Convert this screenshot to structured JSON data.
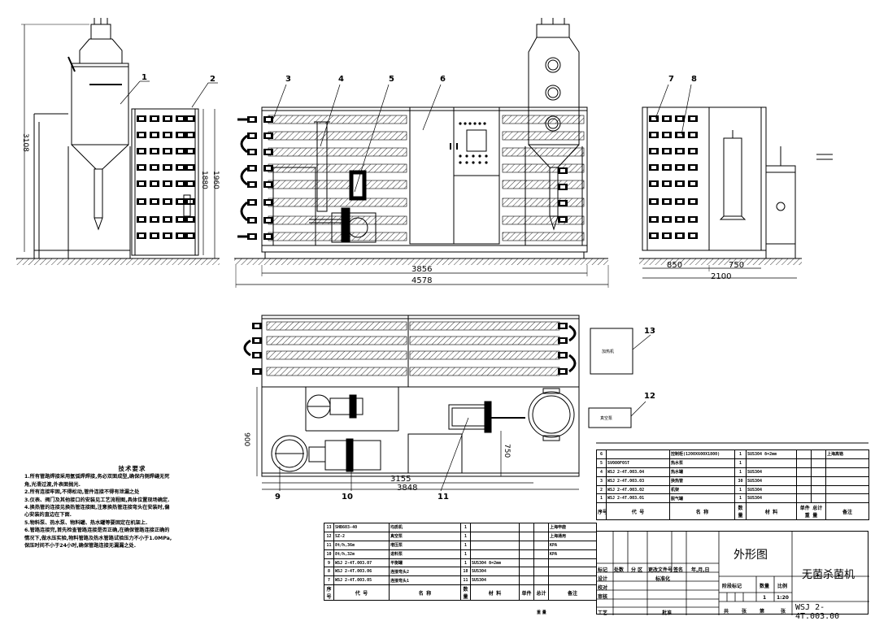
{
  "dimensions": {
    "side_height_total": "3108",
    "side_height_1": "1880",
    "side_height_2": "1960",
    "front_width_inner": "3856",
    "front_width_total": "4578",
    "end_width_1": "850",
    "end_width_2": "750",
    "end_width_total": "2100",
    "plan_depth": "900",
    "plan_width_inner": "3155",
    "plan_width_total": "3848",
    "plan_dim_small": "750"
  },
  "balloons": [
    "1",
    "2",
    "3",
    "4",
    "5",
    "6",
    "7",
    "8",
    "9",
    "10",
    "11",
    "12",
    "13"
  ],
  "boxes": {
    "item13_label": "加热机",
    "item12_label": "真空泵"
  },
  "notes": {
    "title": "技术要求",
    "lines": [
      "1.所有管路焊接采用氩弧焊焊接,务必双面成型,确保内侧焊缝无死",
      "角,光滑过渡,外表面抛光.",
      "2.所有连接牢固,不得松动,管件连接不得有泄漏之处",
      "3.仪表、阀门及其他接口的安装见工艺流程图,具体位置现场确定.",
      "4.换热管的连接见换热管连接图,注意换热管连接弯头在安装时,偏",
      "心安装的直边在下面.",
      "5.物料泵、热水泵、物料罐、热水罐等要固定在机架上.",
      "6.管路连接完,首先检查管路连接是否正确,在确保管路连接正确的",
      "情况下,做水压实验,物料管路及热水管路试验压力不小于1.0MPa,",
      "保压时间不小于24小时,确保管路连接无漏漏之处."
    ]
  },
  "bom_upper": {
    "header": [
      "序号",
      "代 号",
      "名 称",
      "数量",
      "材 料",
      "单件 总计 重 量",
      "备注"
    ],
    "rows": [
      [
        "6",
        "",
        "控制柜(1200X600X1800)",
        "1",
        "SUS304 δ=2mm",
        "",
        "",
        "上海高铬"
      ],
      [
        "5",
        "SV080F05T",
        "热水泵",
        "1",
        "",
        "",
        "",
        ""
      ],
      [
        "4",
        "WSJ 2-4T.003.04",
        "热水罐",
        "1",
        "SUS304",
        "",
        "",
        ""
      ],
      [
        "3",
        "WSJ 2-4T.003.03",
        "换热管",
        "30",
        "SUS304",
        "",
        "",
        ""
      ],
      [
        "2",
        "WSJ 2-4T.003.02",
        "机架",
        "1",
        "SUS304",
        "",
        "",
        ""
      ],
      [
        "1",
        "WSJ 2-4T.003.01",
        "脱气罐",
        "1",
        "SUS304",
        "",
        "",
        ""
      ]
    ]
  },
  "bom_lower": {
    "header": [
      "序号",
      "代 号",
      "名 称",
      "数量",
      "材 料",
      "单件",
      "总计",
      "备注"
    ],
    "header2": "重 量",
    "rows": [
      [
        "13",
        "SHB603-40",
        "均质机",
        "1",
        "",
        "",
        "",
        "上海申鹿"
      ],
      [
        "12",
        "SZ-2",
        "真空泵",
        "1",
        "",
        "",
        "",
        "上海通用"
      ],
      [
        "11",
        "8t/h,36m",
        "增压泵",
        "1",
        "",
        "",
        "",
        "KPA"
      ],
      [
        "10",
        "8t/h,32m",
        "进料泵",
        "1",
        "",
        "",
        "",
        "KPA"
      ],
      [
        "9",
        "WSJ 2-4T.003.07",
        "平衡罐",
        "1",
        "SUS304 δ=2mm",
        "",
        "",
        ""
      ],
      [
        "8",
        "WSJ 2-4T.003.06",
        "连接弯头2",
        "18",
        "SUS304",
        "",
        "",
        ""
      ],
      [
        "7",
        "WSJ 2-4T.003.05",
        "连接弯头1",
        "11",
        "SUS304",
        "",
        "",
        ""
      ]
    ]
  },
  "title_block": {
    "drawing_title": "外形图",
    "product_name": "无菌杀菌机",
    "drawing_number": "WSJ 2-4T.003.00",
    "scale": "1:20",
    "quantity": "1",
    "labels": {
      "revision_row": [
        "标记",
        "处数",
        "分 区",
        "更改文件号",
        "签名",
        "年,月,日"
      ],
      "design": "设计",
      "standardization": "标准化",
      "check": "校对",
      "review": "审核",
      "process": "工艺",
      "approve": "批准",
      "stage_mark": "阶段标记",
      "qty": "数量",
      "scale_label": "比例",
      "sheets_total": "共",
      "sheets_unit": "张",
      "sheet_no": "第",
      "sheet_unit": "张"
    }
  }
}
